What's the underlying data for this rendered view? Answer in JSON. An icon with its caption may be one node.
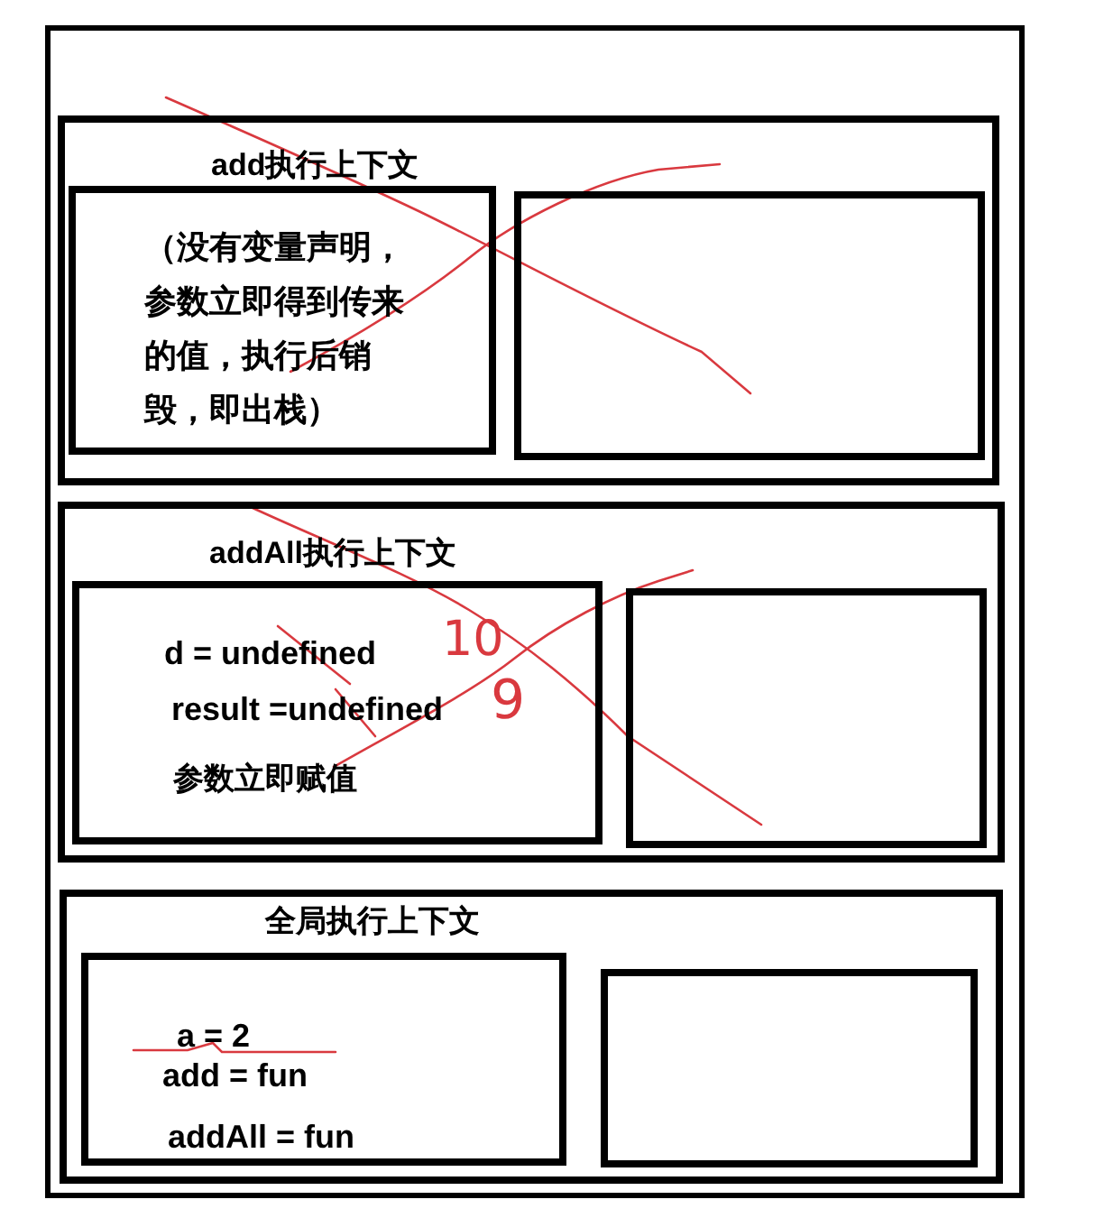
{
  "diagram": {
    "nodes": [
      {
        "text": [],
        "shape": "box"
      },
      {
        "text": [
          "add执行上下文"
        ],
        "in": 0
      },
      {
        "text": [
          "（没有变量声明，参数立即得到传来的值，执行后销毁，即出栈）"
        ],
        "in": 1
      },
      {
        "text": [],
        "shape": "box",
        "in": 1
      },
      {
        "text": [
          "addAll执行上下文"
        ],
        "in": 0
      },
      {
        "text": [
          "d = undefined",
          "result =undefined",
          "参数立即赋值"
        ],
        "in": 4
      },
      {
        "text": [],
        "shape": "box",
        "in": 4
      },
      {
        "text": [
          "全局执行上下文"
        ],
        "in": 0
      },
      {
        "text": [
          "a = 2",
          "add = fun",
          "addAll = fun"
        ],
        "in": 7
      },
      {
        "text": [],
        "shape": "box",
        "in": 7
      }
    ],
    "labels": [
      "10",
      "9"
    ]
  }
}
